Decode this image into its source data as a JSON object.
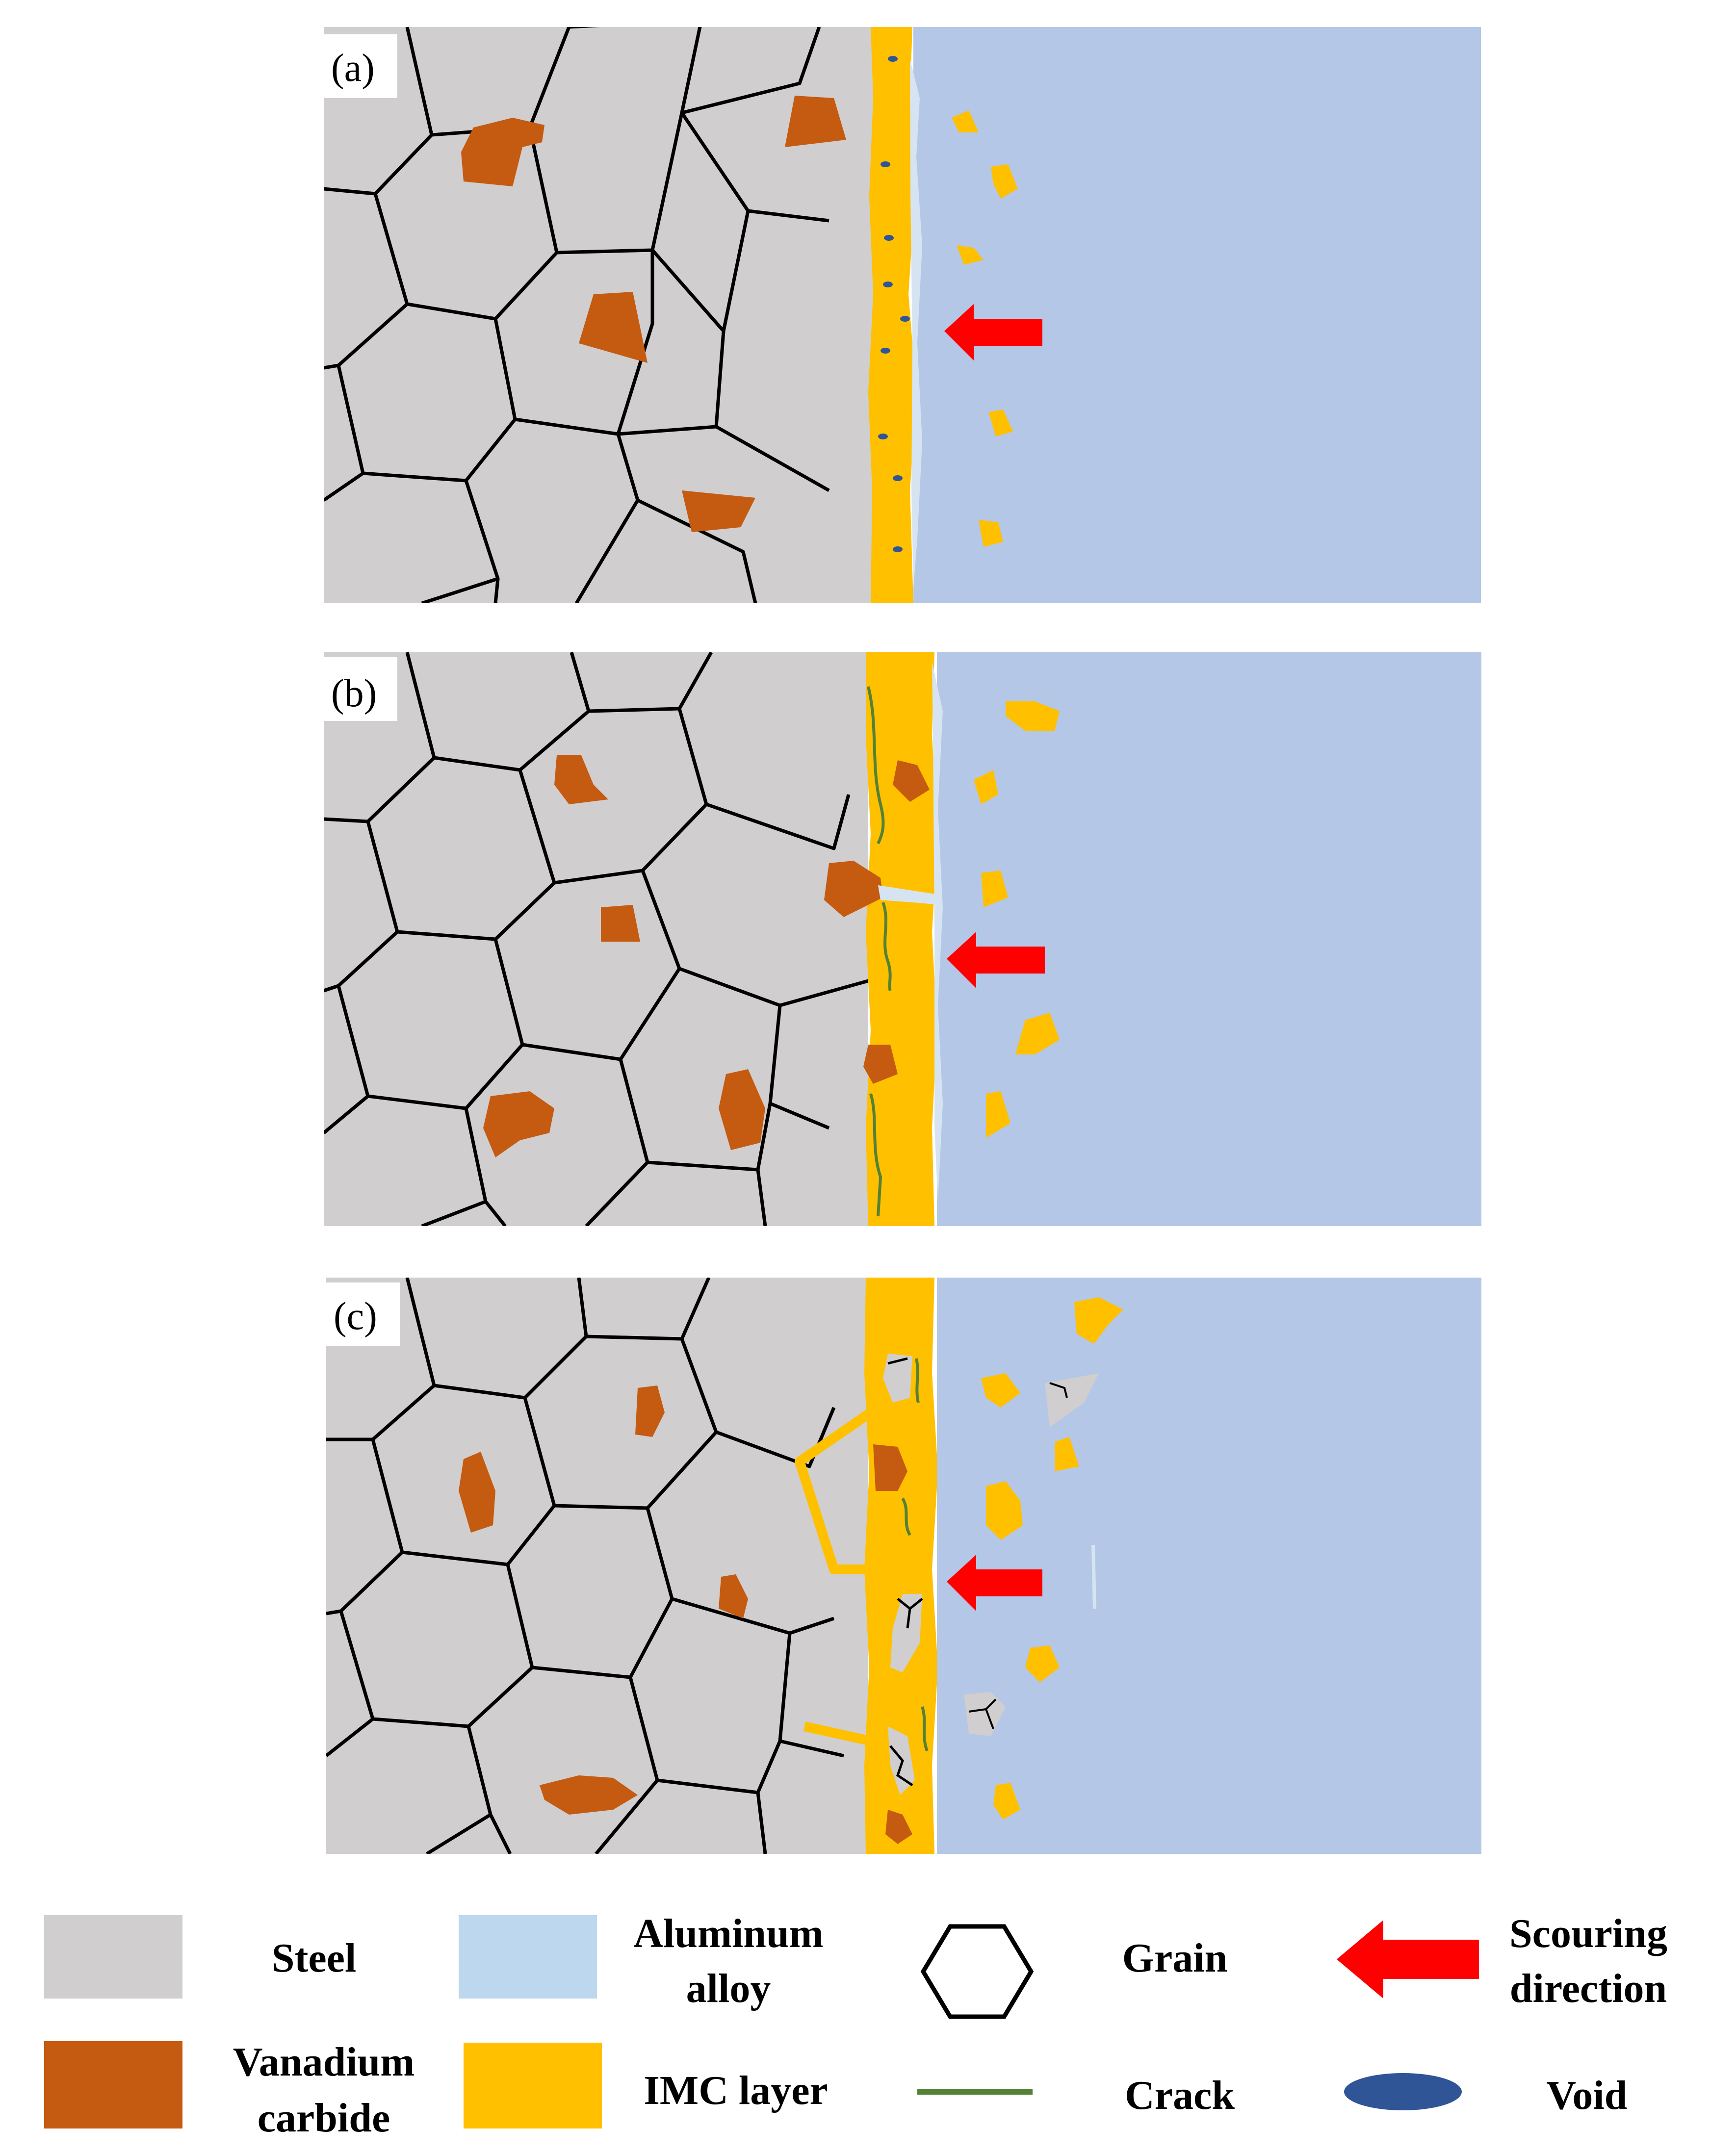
{
  "panels": [
    {
      "id": "a",
      "label": "(a)"
    },
    {
      "id": "b",
      "label": "(b)"
    },
    {
      "id": "c",
      "label": "(c)"
    }
  ],
  "legend": {
    "steel": "Steel",
    "aluminum_line1": "Aluminum",
    "aluminum_line2": "alloy",
    "grain": "Grain",
    "scouring_line1": "Scouring",
    "scouring_line2": "direction",
    "vanadium_line1": "Vanadium",
    "vanadium_line2": "carbide",
    "imc": "IMC layer",
    "crack": "Crack",
    "void": "Void"
  },
  "colors": {
    "steel": "#d0cece",
    "aluminum": "#b4c7e7",
    "aluminum_legend": "#bdd7ee",
    "imc": "#ffc000",
    "vanadium_carbide": "#c55a11",
    "crack": "#548235",
    "void": "#2f5597",
    "arrow": "#ff0000",
    "grain_boundary": "#000000"
  }
}
